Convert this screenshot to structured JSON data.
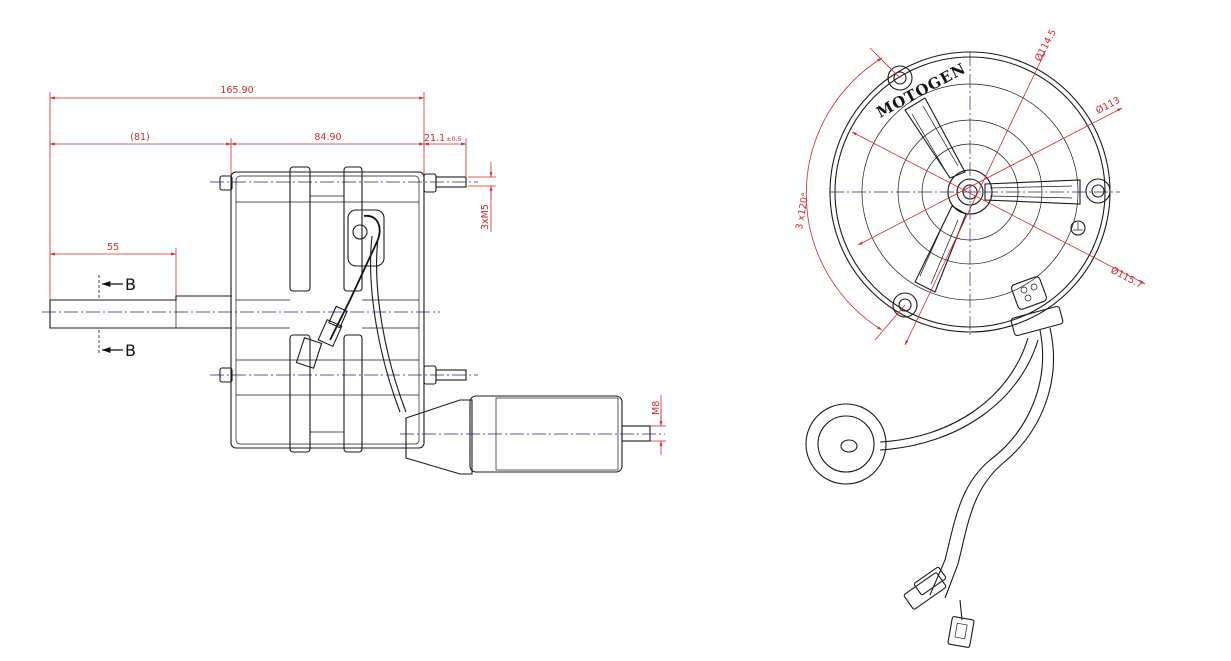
{
  "side_view": {
    "dims": {
      "overall": "165.90",
      "shaft_total": "(81)",
      "body": "84.90",
      "stud": "21.1",
      "stud_tol": "±0.5",
      "shaft_step": "55",
      "threads": "3xM5",
      "cap_thread": "M8"
    },
    "section_labels": {
      "top": "B",
      "bottom": "B"
    }
  },
  "front_view": {
    "brand": "MOTOGEN",
    "dims": {
      "d1": "Ø114.5",
      "d2": "Ø113",
      "d3": "Ø115.7",
      "angle": "3 x120°"
    }
  },
  "colors": {
    "dimension": "#d42a2a",
    "centerline": "#1c2a78",
    "outline": "#1a1a1a"
  }
}
